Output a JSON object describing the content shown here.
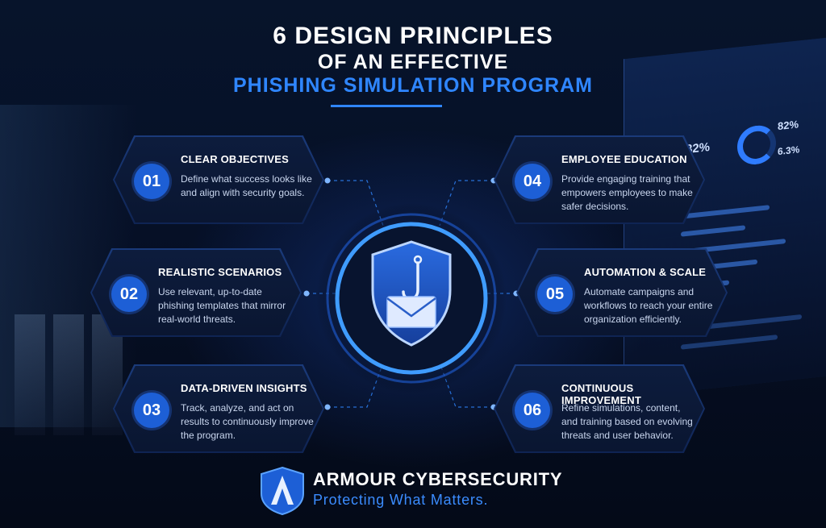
{
  "title": {
    "line1": "6 DESIGN PRINCIPLES",
    "line2": "OF AN EFFECTIVE",
    "line3": "PHISHING SIMULATION PROGRAM"
  },
  "principles": [
    {
      "number": "01",
      "title": "CLEAR OBJECTIVES",
      "description": "Define what success looks like and align with security goals."
    },
    {
      "number": "02",
      "title": "REALISTIC SCENARIOS",
      "description": "Use relevant, up-to-date phishing templates that mirror real-world threats."
    },
    {
      "number": "03",
      "title": "DATA-DRIVEN INSIGHTS",
      "description": "Track, analyze, and act on results to continuously improve the program."
    },
    {
      "number": "04",
      "title": "EMPLOYEE EDUCATION",
      "description": "Provide engaging training that empowers employees to make safer decisions."
    },
    {
      "number": "05",
      "title": "AUTOMATION & SCALE",
      "description": "Automate campaigns and workflows to reach your entire organization efficiently."
    },
    {
      "number": "06",
      "title": "CONTINUOUS IMPROVEMENT",
      "description": "Refine simulations, content, and training based on evolving threats and user behavior."
    }
  ],
  "hub": {
    "icons": [
      "shield-icon",
      "fishing-hook-icon",
      "envelope-icon"
    ]
  },
  "background_dashboard": {
    "stat_left": "82%",
    "stat_right": "82%",
    "stat_mid": "6.3%"
  },
  "brand": {
    "name": "ARMOUR CYBERSECURITY",
    "tagline": "Protecting What Matters."
  },
  "colors": {
    "accent": "#2f86ff",
    "badge": "#1d5fd6",
    "card_border": "#1a3a7a",
    "background": "#050b18"
  }
}
